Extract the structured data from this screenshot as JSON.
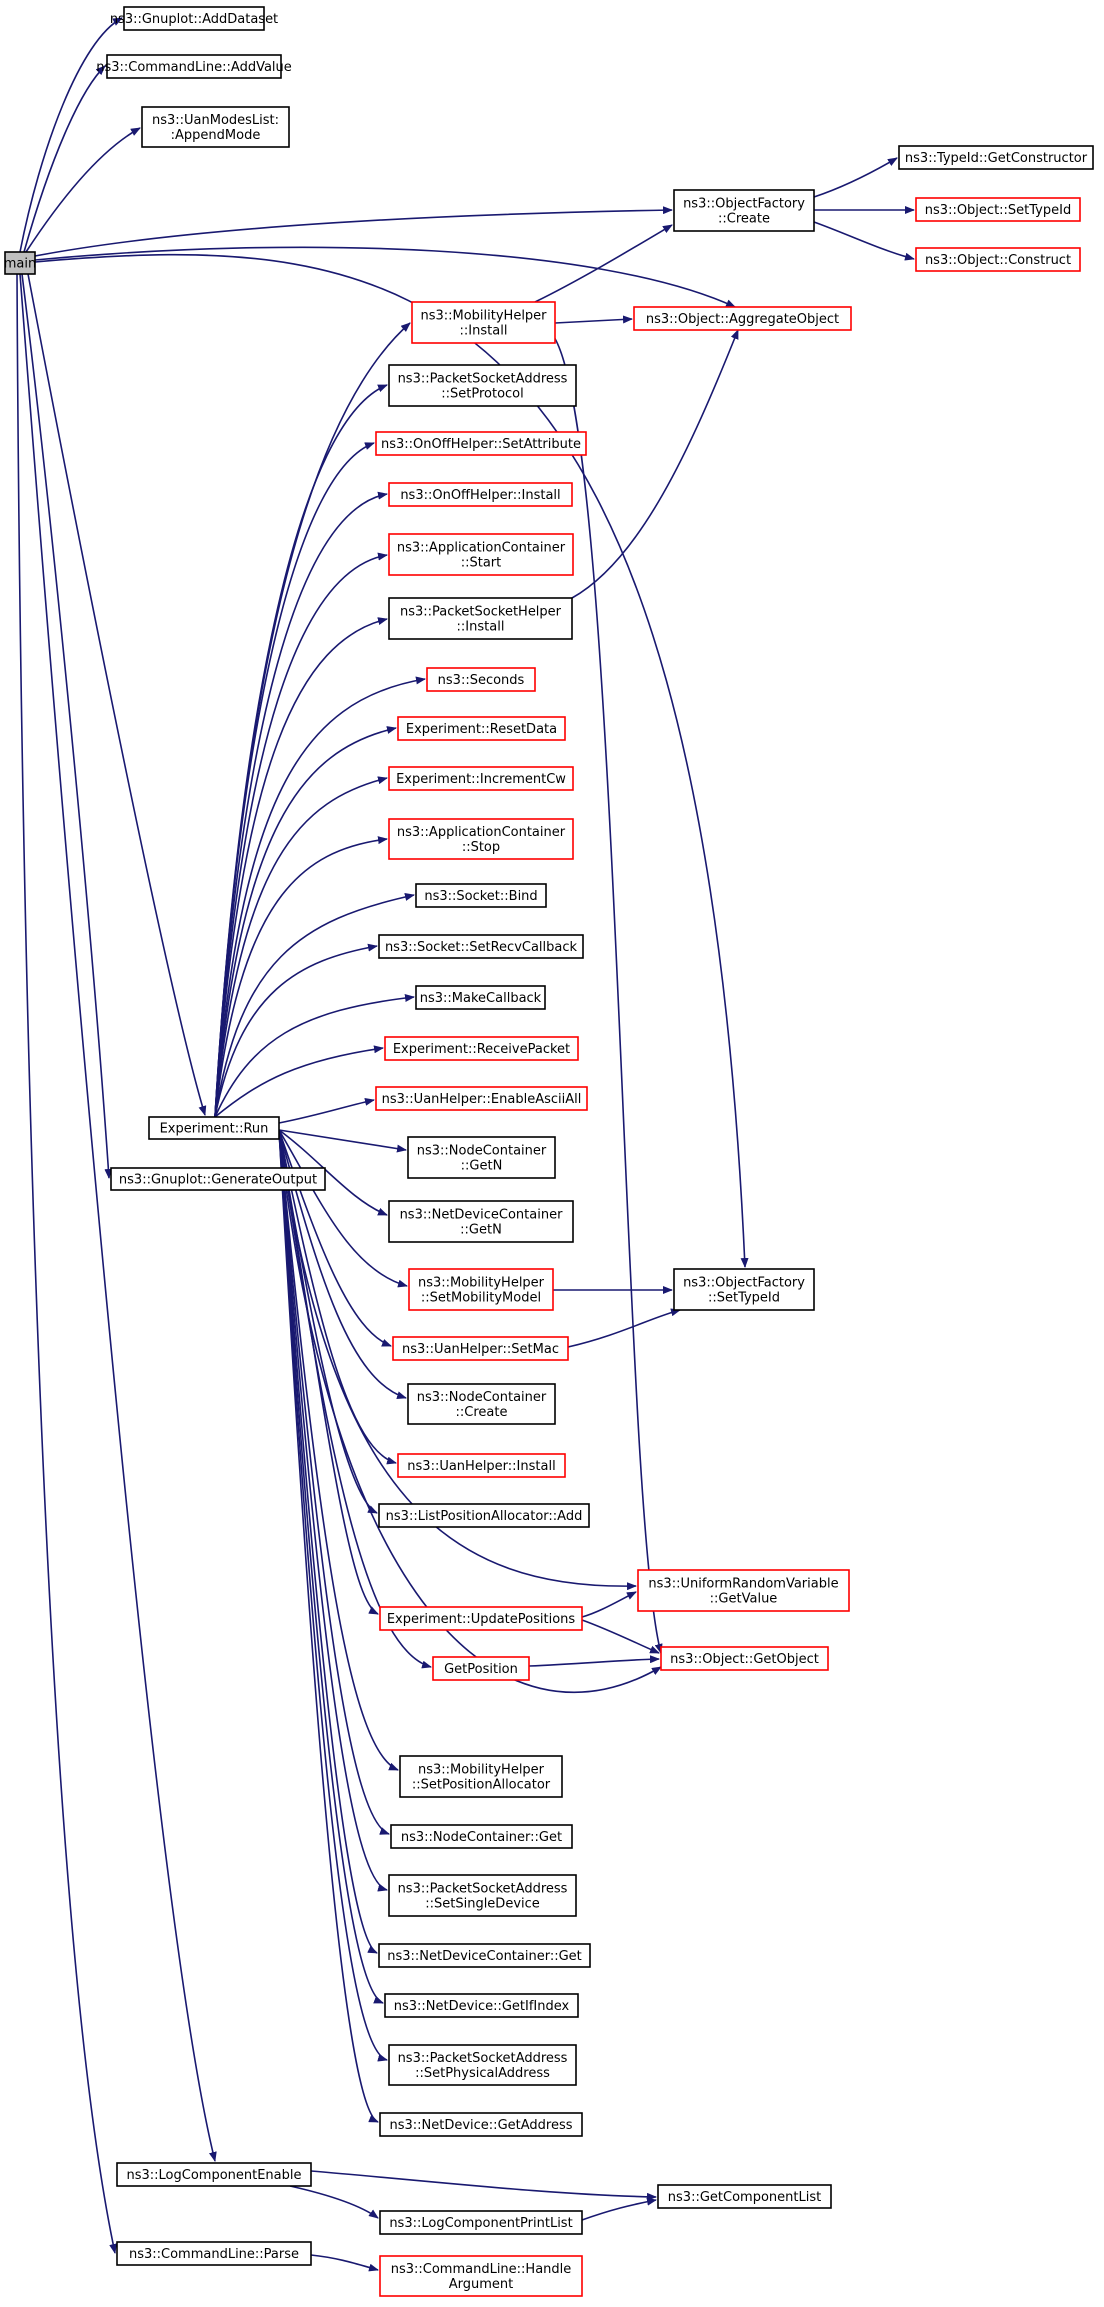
{
  "graph": {
    "colors": {
      "edge": "#191970",
      "node_border": "#000000",
      "node_border_truncated": "#ff0000",
      "root_fill": "#bfbfbf"
    },
    "nodes": [
      {
        "id": "main",
        "lines": [
          "main"
        ],
        "style": "root"
      },
      {
        "id": "gp_add",
        "lines": [
          "ns3::Gnuplot::AddDataset"
        ],
        "style": "black"
      },
      {
        "id": "cl_addval",
        "lines": [
          "ns3::CommandLine::AddValue"
        ],
        "style": "black"
      },
      {
        "id": "uan_append",
        "lines": [
          "ns3::UanModesList:",
          ":AppendMode"
        ],
        "style": "black"
      },
      {
        "id": "of_create",
        "lines": [
          "ns3::ObjectFactory",
          "::Create"
        ],
        "style": "black"
      },
      {
        "id": "typeid_getc",
        "lines": [
          "ns3::TypeId::GetConstructor"
        ],
        "style": "black"
      },
      {
        "id": "obj_settype",
        "lines": [
          "ns3::Object::SetTypeId"
        ],
        "style": "red"
      },
      {
        "id": "obj_construct",
        "lines": [
          "ns3::Object::Construct"
        ],
        "style": "red"
      },
      {
        "id": "mob_install",
        "lines": [
          "ns3::MobilityHelper",
          "::Install"
        ],
        "style": "red"
      },
      {
        "id": "obj_aggregate",
        "lines": [
          "ns3::Object::AggregateObject"
        ],
        "style": "red"
      },
      {
        "id": "psa_setproto",
        "lines": [
          "ns3::PacketSocketAddress",
          "::SetProtocol"
        ],
        "style": "black"
      },
      {
        "id": "onoff_setattr",
        "lines": [
          "ns3::OnOffHelper::SetAttribute"
        ],
        "style": "red"
      },
      {
        "id": "onoff_install",
        "lines": [
          "ns3::OnOffHelper::Install"
        ],
        "style": "red"
      },
      {
        "id": "app_start",
        "lines": [
          "ns3::ApplicationContainer",
          "::Start"
        ],
        "style": "red"
      },
      {
        "id": "psh_install",
        "lines": [
          "ns3::PacketSocketHelper",
          "::Install"
        ],
        "style": "black"
      },
      {
        "id": "seconds",
        "lines": [
          "ns3::Seconds"
        ],
        "style": "red"
      },
      {
        "id": "exp_reset",
        "lines": [
          "Experiment::ResetData"
        ],
        "style": "red"
      },
      {
        "id": "exp_inccw",
        "lines": [
          "Experiment::IncrementCw"
        ],
        "style": "red"
      },
      {
        "id": "app_stop",
        "lines": [
          "ns3::ApplicationContainer",
          "::Stop"
        ],
        "style": "red"
      },
      {
        "id": "sock_bind",
        "lines": [
          "ns3::Socket::Bind"
        ],
        "style": "black"
      },
      {
        "id": "sock_recvcb",
        "lines": [
          "ns3::Socket::SetRecvCallback"
        ],
        "style": "black"
      },
      {
        "id": "makecb",
        "lines": [
          "ns3::MakeCallback"
        ],
        "style": "black"
      },
      {
        "id": "exp_recv",
        "lines": [
          "Experiment::ReceivePacket"
        ],
        "style": "red"
      },
      {
        "id": "uan_ascii",
        "lines": [
          "ns3::UanHelper::EnableAsciiAll"
        ],
        "style": "red"
      },
      {
        "id": "exp_run",
        "lines": [
          "Experiment::Run"
        ],
        "style": "black"
      },
      {
        "id": "gp_genout",
        "lines": [
          "ns3::Gnuplot::GenerateOutput"
        ],
        "style": "black"
      },
      {
        "id": "nc_getn",
        "lines": [
          "ns3::NodeContainer",
          "::GetN"
        ],
        "style": "black"
      },
      {
        "id": "ndc_getn",
        "lines": [
          "ns3::NetDeviceContainer",
          "::GetN"
        ],
        "style": "black"
      },
      {
        "id": "mob_setmodel",
        "lines": [
          "ns3::MobilityHelper",
          "::SetMobilityModel"
        ],
        "style": "red"
      },
      {
        "id": "of_settype",
        "lines": [
          "ns3::ObjectFactory",
          "::SetTypeId"
        ],
        "style": "black"
      },
      {
        "id": "uan_setmac",
        "lines": [
          "ns3::UanHelper::SetMac"
        ],
        "style": "red"
      },
      {
        "id": "nc_create",
        "lines": [
          "ns3::NodeContainer",
          "::Create"
        ],
        "style": "black"
      },
      {
        "id": "uan_install",
        "lines": [
          "ns3::UanHelper::Install"
        ],
        "style": "red"
      },
      {
        "id": "lpa_add",
        "lines": [
          "ns3::ListPositionAllocator::Add"
        ],
        "style": "black"
      },
      {
        "id": "urv_getval",
        "lines": [
          "ns3::UniformRandomVariable",
          "::GetValue"
        ],
        "style": "red"
      },
      {
        "id": "exp_updpos",
        "lines": [
          "Experiment::UpdatePositions"
        ],
        "style": "red"
      },
      {
        "id": "getpos",
        "lines": [
          "GetPosition"
        ],
        "style": "red"
      },
      {
        "id": "obj_getobj",
        "lines": [
          "ns3::Object::GetObject"
        ],
        "style": "red"
      },
      {
        "id": "mob_setposalloc",
        "lines": [
          "ns3::MobilityHelper",
          "::SetPositionAllocator"
        ],
        "style": "black"
      },
      {
        "id": "nc_get",
        "lines": [
          "ns3::NodeContainer::Get"
        ],
        "style": "black"
      },
      {
        "id": "psa_setsingle",
        "lines": [
          "ns3::PacketSocketAddress",
          "::SetSingleDevice"
        ],
        "style": "black"
      },
      {
        "id": "ndc_get",
        "lines": [
          "ns3::NetDeviceContainer::Get"
        ],
        "style": "black"
      },
      {
        "id": "nd_getifidx",
        "lines": [
          "ns3::NetDevice::GetIfIndex"
        ],
        "style": "black"
      },
      {
        "id": "psa_setphys",
        "lines": [
          "ns3::PacketSocketAddress",
          "::SetPhysicalAddress"
        ],
        "style": "black"
      },
      {
        "id": "nd_getaddr",
        "lines": [
          "ns3::NetDevice::GetAddress"
        ],
        "style": "black"
      },
      {
        "id": "log_enable",
        "lines": [
          "ns3::LogComponentEnable"
        ],
        "style": "black"
      },
      {
        "id": "getcomplist",
        "lines": [
          "ns3::GetComponentList"
        ],
        "style": "black"
      },
      {
        "id": "log_printlist",
        "lines": [
          "ns3::LogComponentPrintList"
        ],
        "style": "black"
      },
      {
        "id": "cl_parse",
        "lines": [
          "ns3::CommandLine::Parse"
        ],
        "style": "black"
      },
      {
        "id": "cl_handlearg",
        "lines": [
          "ns3::CommandLine::Handle",
          "Argument"
        ],
        "style": "red"
      }
    ]
  }
}
